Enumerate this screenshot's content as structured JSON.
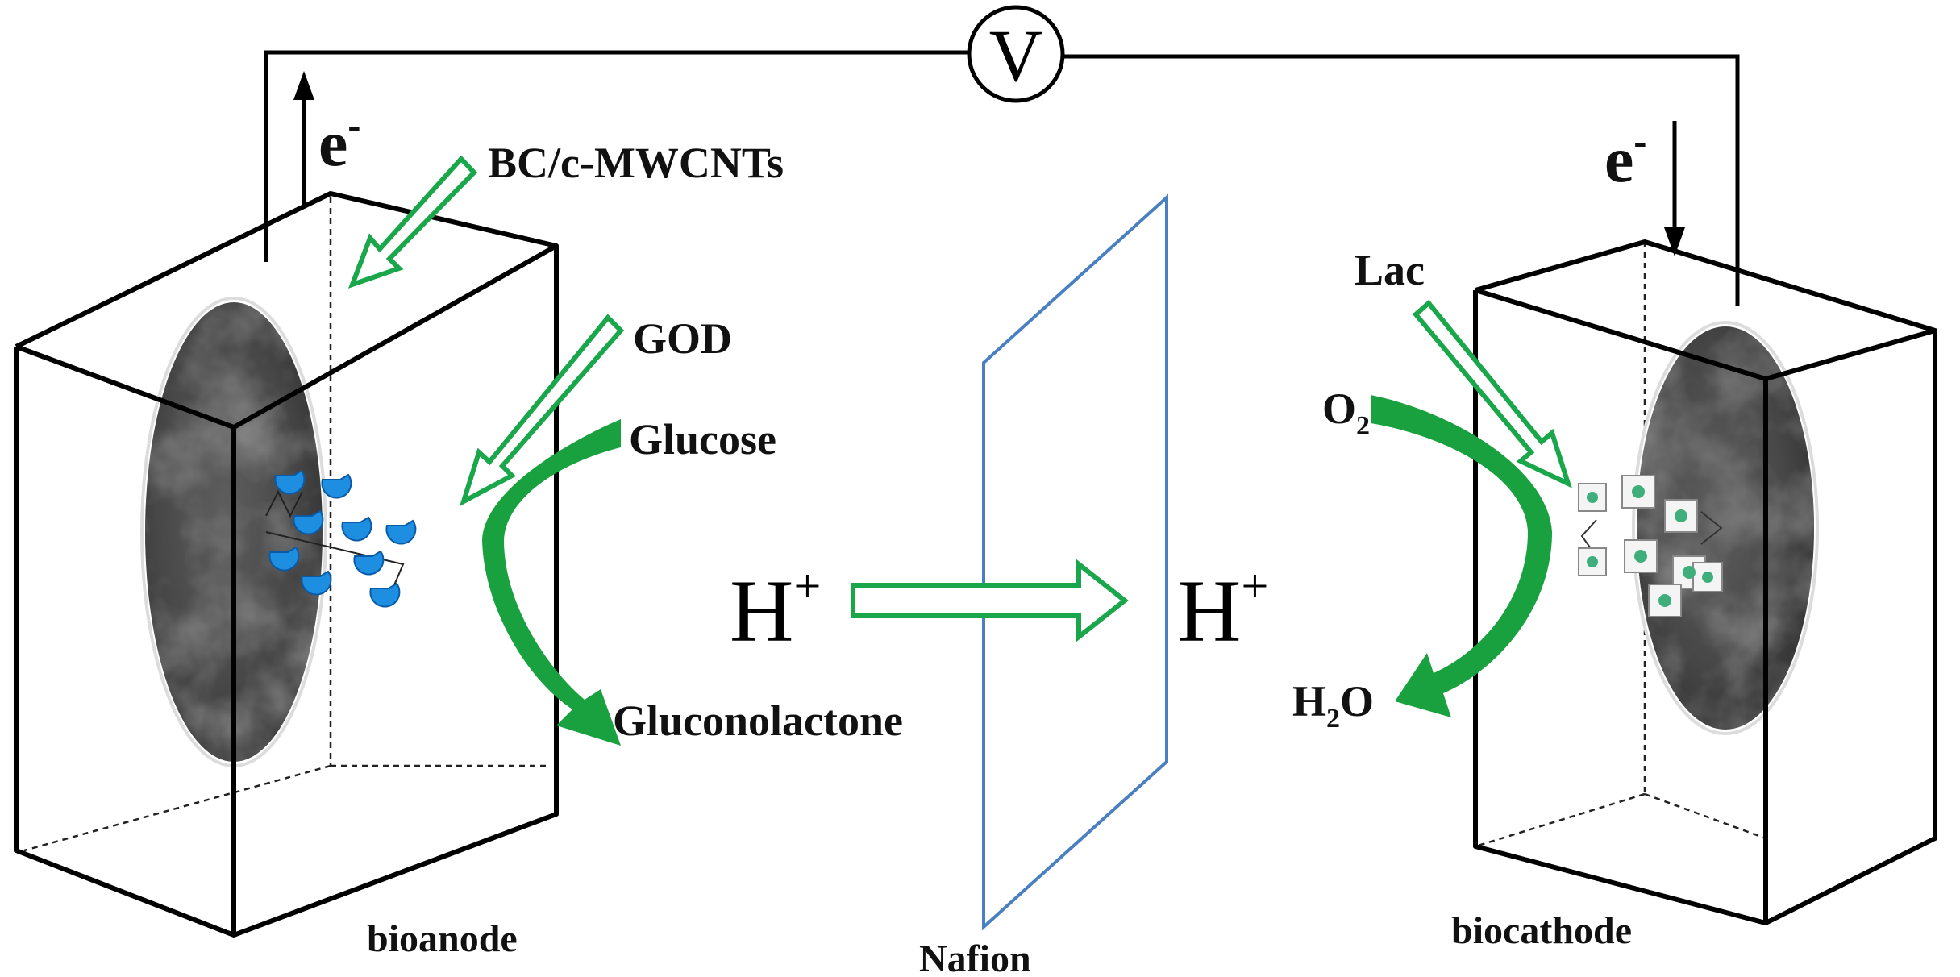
{
  "voltmeter": {
    "symbol": "V"
  },
  "electrons": {
    "left": "e",
    "right": "e",
    "charge": "-"
  },
  "anode": {
    "support_label": "BC/c-MWCNTs",
    "enzyme_label": "GOD",
    "substrate": "Glucose",
    "product": "Gluconolactone",
    "name": "bioanode"
  },
  "membrane": {
    "name": "Nafion"
  },
  "proton": {
    "symbol": "H",
    "charge": "+"
  },
  "cathode": {
    "enzyme_label": "Lac",
    "substrate_base": "O",
    "substrate_sub": "2",
    "product_base": "H",
    "product_sub": "2",
    "product_tail": "O",
    "name": "biocathode"
  },
  "colors": {
    "arrow_green": "#18a13e",
    "hollow_arrow_outline": "#1aa64a",
    "membrane_blue": "#4a7fc1",
    "enzyme_blue": "#1e8fe0",
    "electrode_gray": "#4a4a4a"
  }
}
